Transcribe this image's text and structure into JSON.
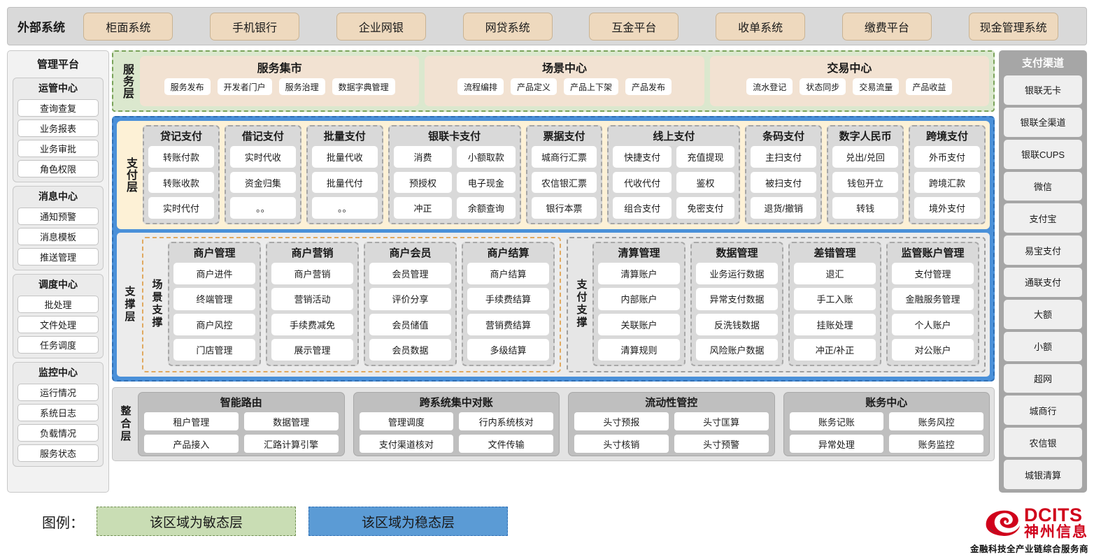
{
  "external": {
    "title": "外部系统",
    "items": [
      "柜面系统",
      "手机银行",
      "企业网银",
      "网贷系统",
      "互金平台",
      "收单系统",
      "缴费平台",
      "现金管理系统"
    ]
  },
  "management": {
    "title": "管理平台",
    "groups": [
      {
        "title": "运管中心",
        "items": [
          "查询查复",
          "业务报表",
          "业务审批",
          "角色权限"
        ]
      },
      {
        "title": "消息中心",
        "items": [
          "通知预警",
          "消息模板",
          "推送管理"
        ]
      },
      {
        "title": "调度中心",
        "items": [
          "批处理",
          "文件处理",
          "任务调度"
        ]
      },
      {
        "title": "监控中心",
        "items": [
          "运行情况",
          "系统日志",
          "负载情况",
          "服务状态"
        ]
      }
    ]
  },
  "agile_layer": {
    "label": "服务层",
    "boxes": [
      {
        "title": "服务集市",
        "items": [
          "服务发布",
          "开发者门户",
          "服务治理",
          "数据字典管理"
        ]
      },
      {
        "title": "场景中心",
        "items": [
          "流程编排",
          "产品定义",
          "产品上下架",
          "产品发布"
        ]
      },
      {
        "title": "交易中心",
        "items": [
          "流水登记",
          "状态同步",
          "交易流量",
          "产品收益"
        ]
      }
    ]
  },
  "payment_layer": {
    "label": "支付层",
    "groups": [
      {
        "title": "贷记支付",
        "cols": 1,
        "items": [
          "转账付款",
          "转账收款",
          "实时代付"
        ]
      },
      {
        "title": "借记支付",
        "cols": 1,
        "items": [
          "实时代收",
          "资金归集",
          "。。"
        ]
      },
      {
        "title": "批量支付",
        "cols": 1,
        "items": [
          "批量代收",
          "批量代付",
          "。。"
        ]
      },
      {
        "title": "银联卡支付",
        "cols": 2,
        "items": [
          "消费",
          "小额取款",
          "预授权",
          "电子现金",
          "冲正",
          "余额查询"
        ]
      },
      {
        "title": "票据支付",
        "cols": 1,
        "items": [
          "城商行汇票",
          "农信银汇票",
          "银行本票"
        ]
      },
      {
        "title": "线上支付",
        "cols": 2,
        "items": [
          "快捷支付",
          "充值提现",
          "代收代付",
          "鉴权",
          "组合支付",
          "免密支付"
        ]
      },
      {
        "title": "条码支付",
        "cols": 1,
        "items": [
          "主扫支付",
          "被扫支付",
          "退货/撤销"
        ]
      },
      {
        "title": "数字人民币",
        "cols": 1,
        "items": [
          "兑出/兑回",
          "钱包开立",
          "转钱"
        ]
      },
      {
        "title": "跨境支付",
        "cols": 1,
        "items": [
          "外币支付",
          "跨境汇款",
          "境外支付"
        ]
      }
    ]
  },
  "support_layer": {
    "label": "支撑层",
    "halves": [
      {
        "label": "场景支撑",
        "groups": [
          {
            "title": "商户管理",
            "items": [
              "商户进件",
              "终端管理",
              "商户风控",
              "门店管理"
            ]
          },
          {
            "title": "商户营销",
            "items": [
              "商户营销",
              "营销活动",
              "手续费减免",
              "展示管理"
            ]
          },
          {
            "title": "商户会员",
            "items": [
              "会员管理",
              "评价分享",
              "会员储值",
              "会员数据"
            ]
          },
          {
            "title": "商户结算",
            "items": [
              "商户结算",
              "手续费结算",
              "营销费结算",
              "多级结算"
            ]
          }
        ]
      },
      {
        "label": "支付支撑",
        "groups": [
          {
            "title": "清算管理",
            "items": [
              "清算账户",
              "内部账户",
              "关联账户",
              "清算规则"
            ]
          },
          {
            "title": "数据管理",
            "items": [
              "业务运行数据",
              "异常支付数据",
              "反洗钱数据",
              "风险账户数据"
            ]
          },
          {
            "title": "差错管理",
            "items": [
              "退汇",
              "手工入账",
              "挂账处理",
              "冲正/补正"
            ]
          },
          {
            "title": "监管账户管理",
            "items": [
              "支付管理",
              "金融服务管理",
              "个人账户",
              "对公账户"
            ]
          }
        ]
      }
    ]
  },
  "integration_layer": {
    "label": "整合层",
    "groups": [
      {
        "title": "智能路由",
        "rows": [
          [
            "租户管理",
            "数据管理"
          ],
          [
            "产品接入",
            "汇路计算引擎"
          ]
        ]
      },
      {
        "title": "跨系统集中对账",
        "rows": [
          [
            "管理调度",
            "行内系统核对"
          ],
          [
            "支付渠道核对",
            "文件传输"
          ]
        ]
      },
      {
        "title": "流动性管控",
        "rows": [
          [
            "头寸预报",
            "头寸匡算"
          ],
          [
            "头寸核销",
            "头寸预警"
          ]
        ]
      },
      {
        "title": "账务中心",
        "rows": [
          [
            "账务记账",
            "账务风控"
          ],
          [
            "异常处理",
            "账务监控"
          ]
        ]
      }
    ]
  },
  "channels": {
    "title": "支付渠道",
    "items": [
      "银联无卡",
      "银联全渠道",
      "银联CUPS",
      "微信",
      "支付宝",
      "易宝支付",
      "通联支付",
      "大额",
      "小额",
      "超网",
      "城商行",
      "农信银",
      "城银清算"
    ]
  },
  "legend": {
    "label": "图例：",
    "agile_text": "该区域为敏态层",
    "stable_text": "该区域为稳态层",
    "agile_color": "#c9ddb4",
    "stable_color": "#5b9bd5"
  },
  "logo": {
    "en": "DCITS",
    "cn": "神州信息",
    "tagline": "金融科技全产业链综合服务商",
    "color": "#d0011b"
  }
}
